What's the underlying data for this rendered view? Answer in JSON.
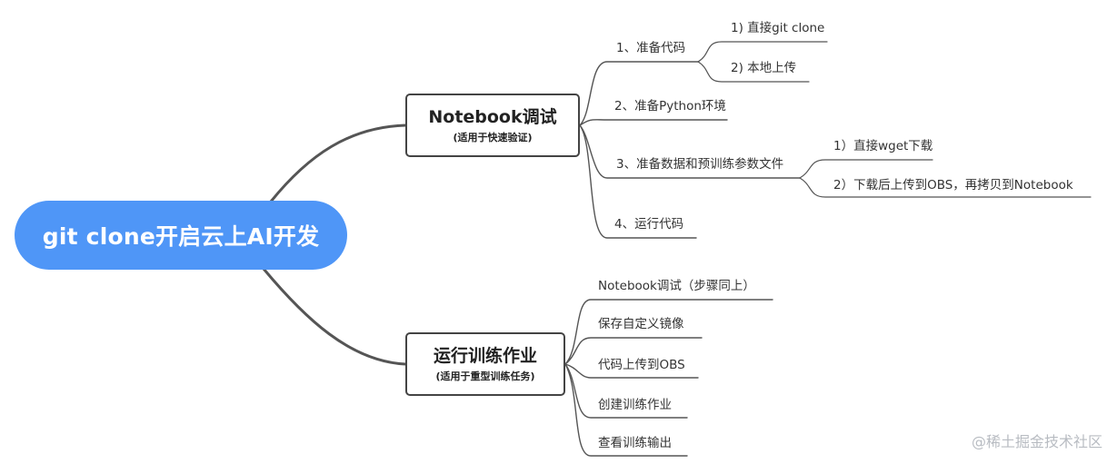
{
  "root": {
    "label": "git clone开启云上AI开发"
  },
  "branches": [
    {
      "title": "Notebook调试",
      "subtitle": "(适用于快速验证)",
      "items": [
        {
          "label": "1、准备代码",
          "children": [
            "1) 直接git clone",
            "2) 本地上传"
          ]
        },
        {
          "label": "2、准备Python环境",
          "children": []
        },
        {
          "label": "3、准备数据和预训练参数文件",
          "children": [
            "1）直接wget下载",
            "2）下载后上传到OBS，再拷贝到Notebook"
          ]
        },
        {
          "label": "4、运行代码",
          "children": []
        }
      ]
    },
    {
      "title": "运行训练作业",
      "subtitle": "(适用于重型训练任务)",
      "items": [
        {
          "label": "Notebook调试（步骤同上）",
          "children": []
        },
        {
          "label": "保存自定义镜像",
          "children": []
        },
        {
          "label": "代码上传到OBS",
          "children": []
        },
        {
          "label": "创建训练作业",
          "children": []
        },
        {
          "label": "查看训练输出",
          "children": []
        }
      ]
    }
  ],
  "watermark": "@稀土掘金技术社区",
  "colors": {
    "root_fill": "#4f96f7",
    "line": "#555555",
    "text": "#333333"
  }
}
